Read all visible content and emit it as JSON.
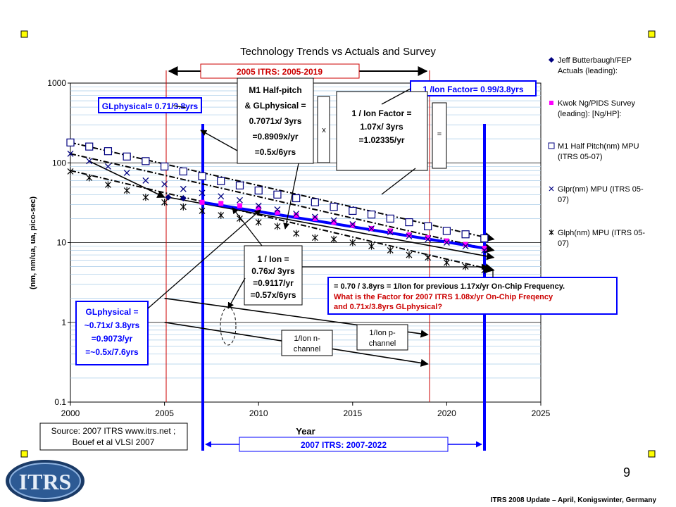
{
  "slide": {
    "title": "Technology Trends vs Actuals and Survey",
    "page_number": "9",
    "footer": "ITRS 2008 Update – April, Konigswinter, Germany",
    "logo_text": "ITRS"
  },
  "chart_data": {
    "type": "line",
    "title": "Technology Trends vs Actuals and Survey",
    "xlabel": "Year",
    "ylabel": "(nm, nm/ua, ua, pico-sec)",
    "xlim": [
      2000,
      2025
    ],
    "ylim": [
      0.1,
      1000
    ],
    "yscale": "log",
    "xticks": [
      "2000",
      "2005",
      "2010",
      "2015",
      "2020",
      "2025"
    ],
    "yticks": [
      "0.1",
      "1",
      "10",
      "100",
      "1000"
    ],
    "grid": "horizontal",
    "legend_position": "right",
    "series": [
      {
        "name": "Jeff Butterbaugh/FEP Actuals (leading):",
        "marker": "diamond",
        "color": "#000080",
        "x": [
          2005.2,
          2006
        ],
        "y": [
          37,
          36
        ]
      },
      {
        "name": "Kwok Ng/PIDS Survey (leading): [Ng/HP]:",
        "marker": "square-filled",
        "color": "#ff00ff",
        "x": [
          2007,
          2008,
          2009,
          2010,
          2011,
          2012,
          2013,
          2014,
          2015,
          2016,
          2017,
          2018,
          2019,
          2020,
          2021,
          2022
        ],
        "y": [
          32,
          31,
          29,
          27,
          24,
          22,
          20,
          18,
          16.5,
          15,
          14,
          12.5,
          11.5,
          10.5,
          9.5,
          8.5
        ]
      },
      {
        "name": "M1 Half Pitch(nm) MPU (ITRS 05-07)",
        "marker": "square-open",
        "color": "#000080",
        "x": [
          2000,
          2001,
          2002,
          2003,
          2004,
          2005,
          2006,
          2007,
          2008,
          2009,
          2010,
          2011,
          2012,
          2013,
          2014,
          2015,
          2016,
          2017,
          2018,
          2019,
          2020,
          2021,
          2022
        ],
        "y": [
          180,
          160,
          140,
          120,
          105,
          90,
          78,
          68,
          59,
          52,
          45,
          40,
          36,
          32,
          28,
          25,
          22.5,
          20,
          18,
          16,
          14,
          12.7,
          11.3
        ]
      },
      {
        "name": "Glpr(nm) MPU (ITRS 05-07)",
        "marker": "x",
        "color": "#000080",
        "x": [
          2000,
          2001,
          2002,
          2003,
          2004,
          2005,
          2006,
          2007,
          2008,
          2009,
          2010,
          2011,
          2012,
          2013,
          2014,
          2015,
          2016,
          2017,
          2018,
          2019,
          2020,
          2021,
          2022
        ],
        "y": [
          130,
          105,
          90,
          75,
          60,
          54,
          47,
          42,
          38,
          34,
          29,
          26,
          23,
          21,
          19,
          17,
          15,
          13.5,
          12,
          11,
          10,
          9,
          8
        ]
      },
      {
        "name": "Glph(nm) MPU (ITRS 05-07)",
        "marker": "asterisk",
        "color": "#000000",
        "x": [
          2000,
          2001,
          2002,
          2003,
          2004,
          2005,
          2006,
          2007,
          2008,
          2009,
          2010,
          2011,
          2012,
          2013,
          2014,
          2015,
          2016,
          2017,
          2018,
          2019,
          2020,
          2021,
          2022
        ],
        "y": [
          78,
          65,
          53,
          45,
          37,
          32,
          28,
          25,
          22,
          20,
          18,
          16,
          13,
          11.5,
          11,
          10,
          9,
          8,
          7,
          6.5,
          5.6,
          5,
          4.5
        ]
      }
    ],
    "trend_lines": [
      {
        "x": [
          2000,
          2022.5
        ],
        "y": [
          180,
          11
        ],
        "style": "dashdot"
      },
      {
        "x": [
          2000,
          2022.5
        ],
        "y": [
          130,
          8
        ],
        "style": "dashdot"
      },
      {
        "x": [
          2000,
          2022.5
        ],
        "y": [
          80,
          4.5
        ],
        "style": "dashdot"
      },
      {
        "x": [
          2001,
          2005
        ],
        "y": [
          105,
          37
        ],
        "style": "solid"
      },
      {
        "x": [
          2005.2,
          2022.5
        ],
        "y": [
          37,
          6.5
        ],
        "style": "solid"
      },
      {
        "x": [
          2007,
          2022
        ],
        "y": [
          32,
          8.5
        ],
        "style": "solid-blue-thick"
      },
      {
        "x": [
          2005,
          2019
        ],
        "y": [
          2,
          0.7
        ],
        "style": "solid-arrow"
      },
      {
        "x": [
          2005,
          2019
        ],
        "y": [
          1,
          0.3
        ],
        "style": "solid-arrow"
      }
    ],
    "annotations": {
      "itrs2005": "2005 ITRS:  2005-2019",
      "itrs2007": "2007 ITRS:  2007-2022",
      "glphys_top": "GLphysical= 0.71/3.8yrs",
      "ion_top": "1 /Ion Factor= 0.99/3.8yrs",
      "m1_box": [
        "M1 Half-pitch",
        "& GLphysical =",
        "0.7071x/ 3yrs",
        "=0.8909x/yr",
        "=0.5x/6yrs"
      ],
      "times": "x",
      "ion_factor_box": [
        "1 / Ion Factor =",
        "1.07x/ 3yrs",
        "=1.02335/yr"
      ],
      "equals": "=",
      "ion_mid_box": [
        "1 / Ion =",
        "0.76x/ 3yrs",
        "=0.9117/yr",
        "=0.57x/6yrs"
      ],
      "question_box_black": "=  0.70 / 3.8yrs = 1/Ion for previous 1.17x/yr On-Chip Frequency.",
      "question_box_red": [
        "What is the Factor for 2007 ITRS 1.08x/yr On-Chip Freqency",
        "and 0.71x/3.8yrs GLphysical?"
      ],
      "glphys_left_box": [
        "GLphysical =",
        "~0.71x/ 3.8yrs",
        "=0.9073/yr",
        "=~0.5x/7.6yrs"
      ],
      "ion_n": [
        "1/Ion n-",
        "channel"
      ],
      "ion_p": [
        "1/Ion p-",
        "channel"
      ],
      "source_box": [
        "Source:  2007 ITRS www.itrs.net ;",
        "Bouef et al VLSI 2007"
      ]
    },
    "legend": [
      [
        "Jeff Butterbaugh/FEP",
        "Actuals (leading):"
      ],
      [
        "Kwok Ng/PIDS Survey",
        "(leading): [Ng/HP]:"
      ],
      [
        "M1 Half Pitch(nm) MPU",
        "(ITRS 05-07)"
      ],
      [
        "Glpr(nm) MPU (ITRS 05-",
        "07)"
      ],
      [
        "Glph(nm) MPU (ITRS 05-",
        "07)"
      ]
    ]
  }
}
